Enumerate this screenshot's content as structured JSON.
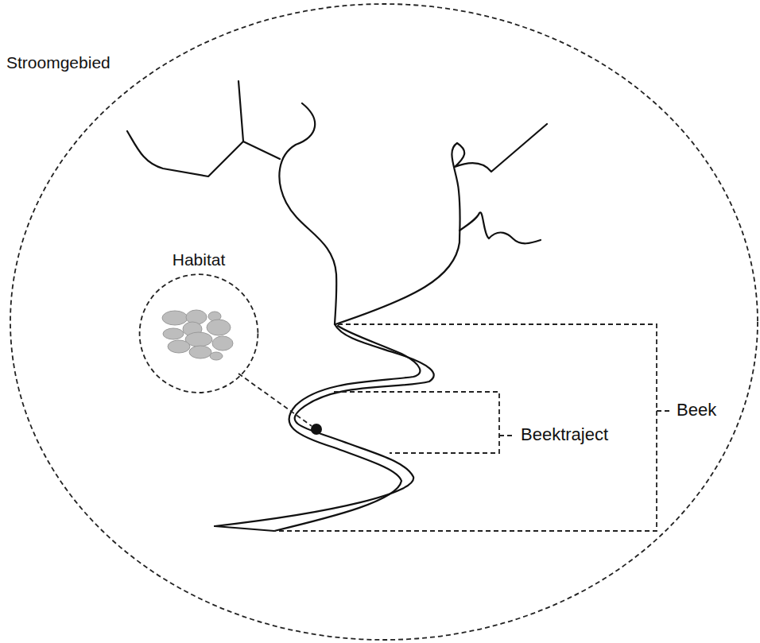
{
  "diagram": {
    "nodes": [
      {
        "text": [
          "Stroomgebied"
        ]
      },
      {
        "text": [
          "Habitat"
        ],
        "in": 0
      }
    ],
    "labels": [
      "Beektraject",
      "Beek"
    ]
  }
}
